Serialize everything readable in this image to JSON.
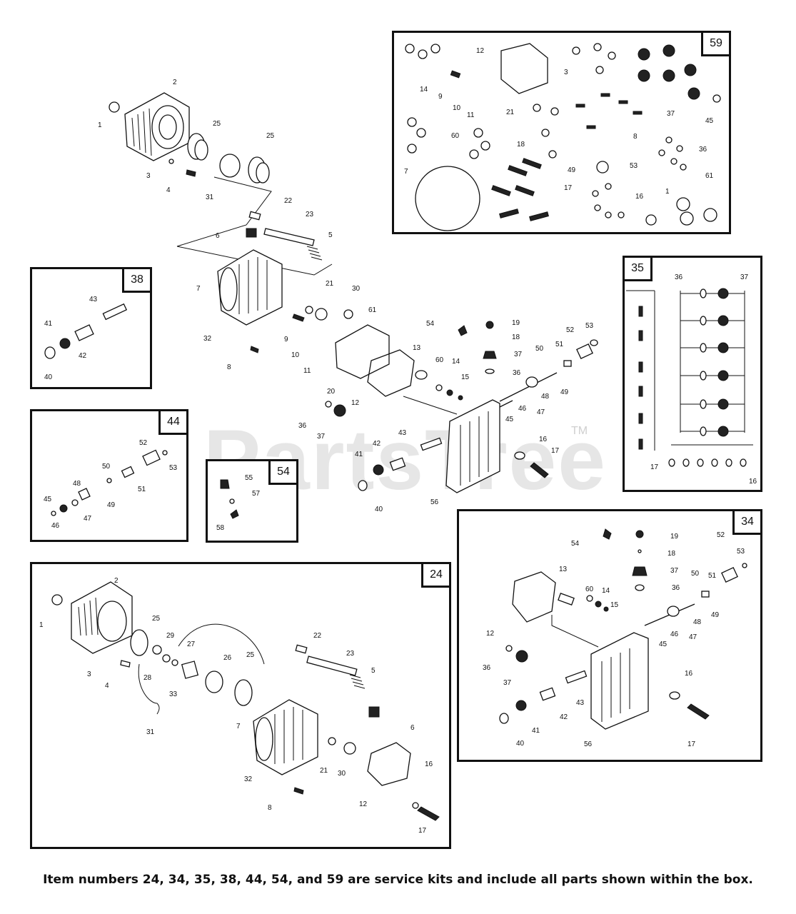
{
  "watermark": {
    "text": "PartsTree",
    "trademark": "TM"
  },
  "footer_note": "Item numbers 24, 34, 35, 38, 44, 54, and 59 are service kits and include all parts shown within the box.",
  "kits": {
    "k59": {
      "number": "59",
      "labels": [
        "14",
        "12",
        "3",
        "9",
        "10",
        "11",
        "37",
        "45",
        "21",
        "8",
        "60",
        "18",
        "36",
        "7",
        "49",
        "53",
        "17",
        "16",
        "1",
        "61"
      ]
    },
    "k35": {
      "number": "35",
      "labels": [
        "36",
        "37",
        "17",
        "16"
      ]
    },
    "k38": {
      "number": "38",
      "labels": [
        "43",
        "41",
        "42",
        "40"
      ]
    },
    "k44": {
      "number": "44",
      "labels": [
        "52",
        "53",
        "50",
        "51",
        "48",
        "49",
        "45",
        "46",
        "47"
      ]
    },
    "k54": {
      "number": "54",
      "labels": [
        "55",
        "57",
        "58"
      ]
    },
    "k34": {
      "number": "34",
      "labels": [
        "54",
        "19",
        "18",
        "13",
        "52",
        "53",
        "37",
        "51",
        "50",
        "36",
        "60",
        "14",
        "15",
        "49",
        "48",
        "12",
        "46",
        "47",
        "45",
        "36",
        "37",
        "16",
        "43",
        "42",
        "41",
        "40",
        "56",
        "17"
      ]
    },
    "k24": {
      "number": "24",
      "labels": [
        "2",
        "1",
        "25",
        "29",
        "27",
        "3",
        "28",
        "26",
        "25",
        "22",
        "23",
        "5",
        "4",
        "33",
        "31",
        "7",
        "6",
        "21",
        "30",
        "32",
        "16",
        "8",
        "12",
        "17"
      ]
    }
  },
  "main_labels": [
    "2",
    "1",
    "25",
    "25",
    "3",
    "4",
    "31",
    "22",
    "23",
    "6",
    "5",
    "7",
    "21",
    "30",
    "61",
    "9",
    "10",
    "11",
    "32",
    "8",
    "20",
    "12",
    "13",
    "54",
    "19",
    "18",
    "37",
    "36",
    "52",
    "53",
    "50",
    "51",
    "48",
    "49",
    "60",
    "14",
    "15",
    "45",
    "46",
    "47",
    "36",
    "37",
    "43",
    "42",
    "41",
    "40",
    "16",
    "17",
    "56"
  ]
}
